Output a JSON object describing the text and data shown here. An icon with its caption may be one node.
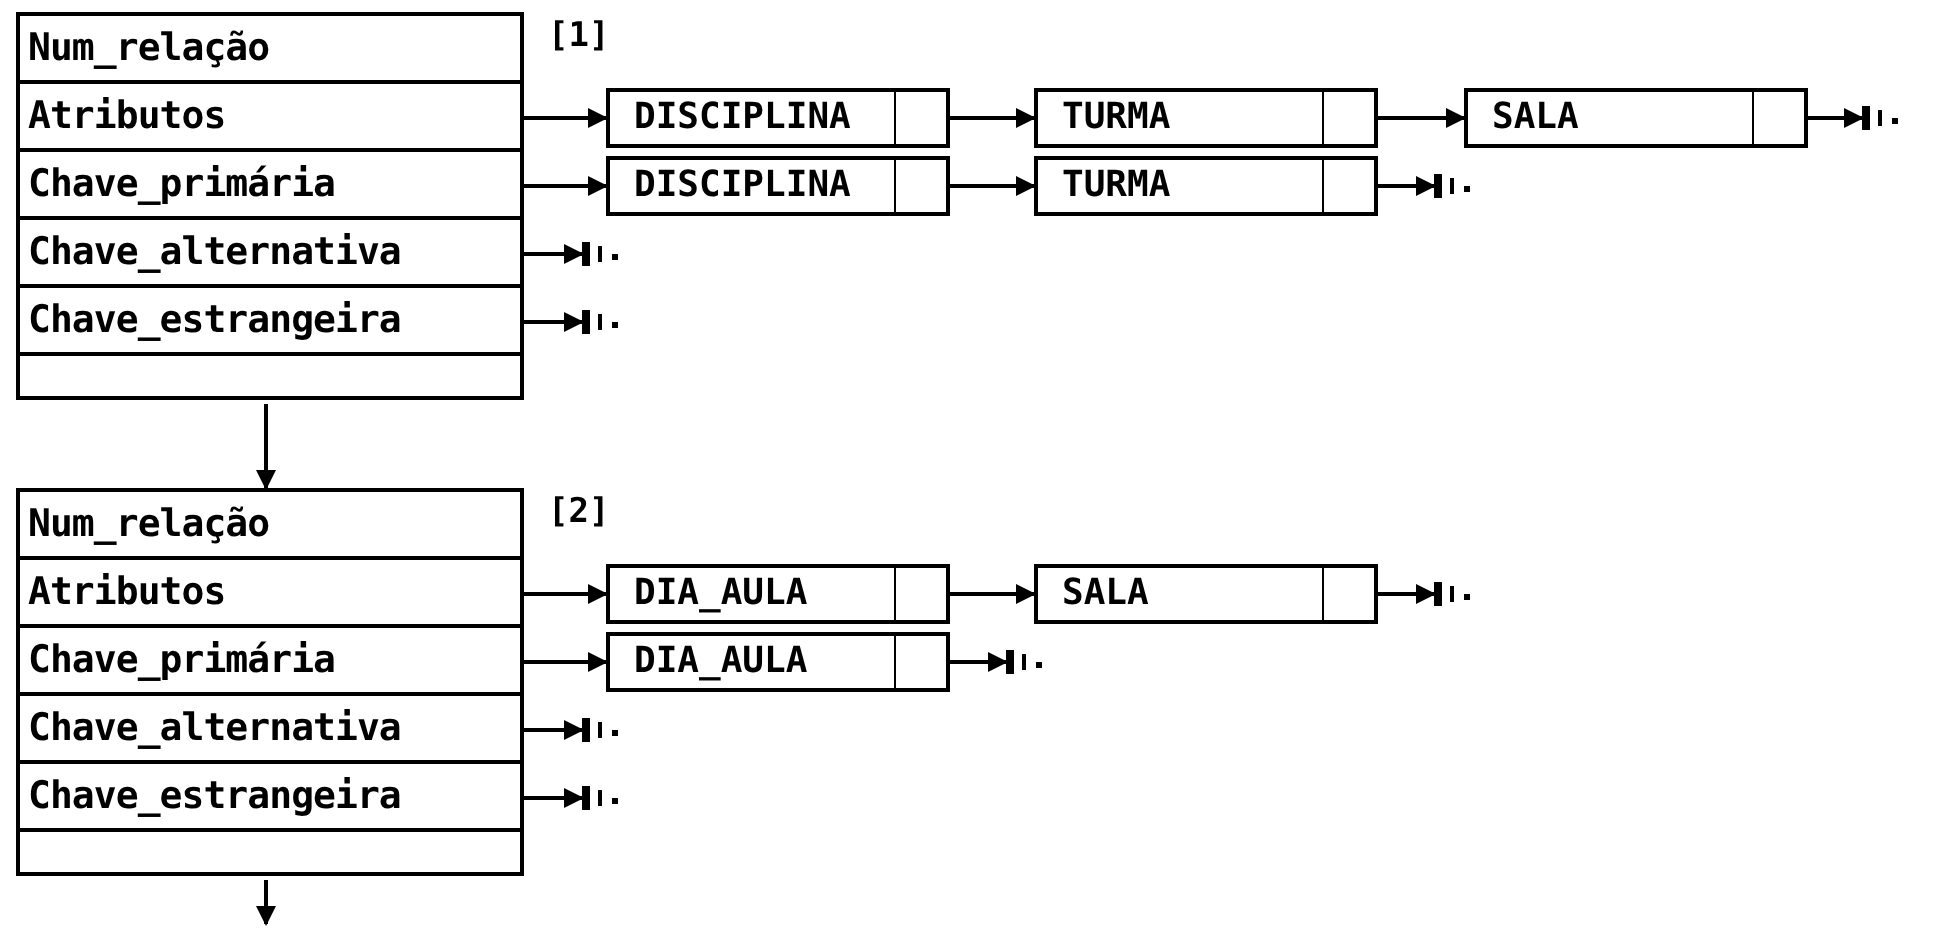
{
  "diagram": {
    "nodes": [
      {
        "text": [],
        "shape": "box",
        "beside": [
          "[1]"
        ]
      },
      {
        "text": [
          "Num_relação"
        ],
        "in": 0
      },
      {
        "text": [
          "Atributos"
        ],
        "in": 0
      },
      {
        "text": [
          "Chave_primária"
        ],
        "in": 0
      },
      {
        "text": [
          "Chave_alternativa"
        ],
        "in": 0
      },
      {
        "text": [
          "Chave_estrangeira"
        ],
        "in": 0
      },
      {
        "text": [],
        "shape": "box",
        "in": 0
      },
      {
        "text": [
          "DISCIPLINA"
        ]
      },
      {
        "text": [
          "TURMA"
        ]
      },
      {
        "text": [
          "SALA"
        ]
      },
      {
        "text": [
          "DISCIPLINA"
        ]
      },
      {
        "text": [
          "TURMA"
        ]
      },
      {
        "text": [],
        "shape": "box",
        "beside": [
          "[2]"
        ]
      },
      {
        "text": [
          "Num_relação"
        ],
        "in": 12
      },
      {
        "text": [
          "Atributos"
        ],
        "in": 12
      },
      {
        "text": [
          "Chave_primária"
        ],
        "in": 12
      },
      {
        "text": [
          "Chave_alternativa"
        ],
        "in": 12
      },
      {
        "text": [
          "Chave_estrangeira"
        ],
        "in": 12
      },
      {
        "text": [],
        "shape": "box",
        "in": 12
      },
      {
        "text": [
          "DIA_AULA"
        ]
      },
      {
        "text": [
          "SALA"
        ]
      },
      {
        "text": [
          "DIA_AULA"
        ]
      },
      {
        "text": [],
        "shape": "bar"
      },
      {
        "text": [],
        "shape": "bar"
      },
      {
        "text": [],
        "shape": "bar"
      },
      {
        "text": [],
        "shape": "bar"
      },
      {
        "text": [],
        "shape": "bar"
      },
      {
        "text": [],
        "shape": "bar"
      },
      {
        "text": [],
        "shape": "bar"
      },
      {
        "text": [],
        "shape": "bar"
      }
    ],
    "edges": [
      {
        "from": 2,
        "to": 7,
        "arrow": "to"
      },
      {
        "from": 7,
        "to": 8,
        "arrow": "to"
      },
      {
        "from": 8,
        "to": 9,
        "arrow": "to"
      },
      {
        "from": 9,
        "to": 22,
        "arrow": "to"
      },
      {
        "from": 3,
        "to": 10,
        "arrow": "to"
      },
      {
        "from": 10,
        "to": 11,
        "arrow": "to"
      },
      {
        "from": 11,
        "to": 23,
        "arrow": "to"
      },
      {
        "from": 4,
        "to": 24,
        "arrow": "to"
      },
      {
        "from": 5,
        "to": 25,
        "arrow": "to"
      },
      {
        "from": 6,
        "to": 12,
        "arrow": "to"
      },
      {
        "from": 14,
        "to": 19,
        "arrow": "to"
      },
      {
        "from": 19,
        "to": 20,
        "arrow": "to"
      },
      {
        "from": 20,
        "to": 26,
        "arrow": "to"
      },
      {
        "from": 15,
        "to": 21,
        "arrow": "to"
      },
      {
        "from": 21,
        "to": 27,
        "arrow": "to"
      },
      {
        "from": 16,
        "to": 28,
        "arrow": "to"
      },
      {
        "from": 17,
        "to": 29,
        "arrow": "to"
      },
      {
        "from": 18,
        "to": null,
        "arrow": "to"
      }
    ]
  }
}
